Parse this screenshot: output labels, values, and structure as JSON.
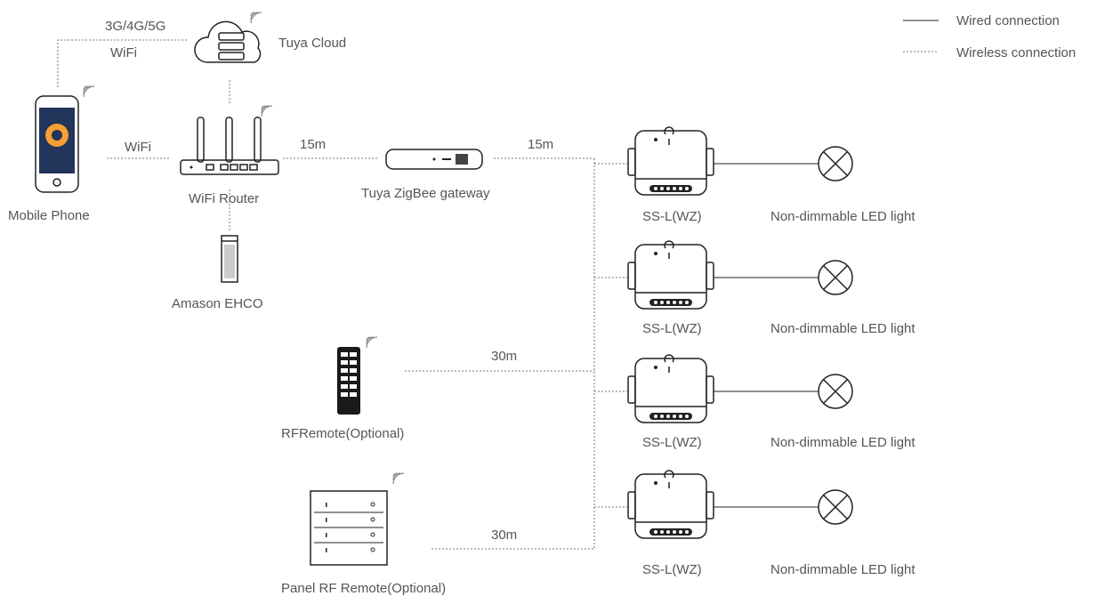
{
  "legend": {
    "wired": "Wired connection",
    "wireless": "Wireless connection"
  },
  "labels": {
    "network": "3G/4G/5G",
    "network_wifi": "WiFi",
    "cloud": "Tuya Cloud",
    "phone": "Mobile Phone",
    "phone_wifi": "WiFi",
    "router": "WiFi Router",
    "echo": "Amason EHCO",
    "dist_gateway": "15m",
    "gateway": "Tuya ZigBee gateway",
    "dist_modules": "15m",
    "rf_remote": "RFRemote(Optional)",
    "dist_rf_remote": "30m",
    "panel_remote": "Panel RF Remote(Optional)",
    "dist_panel_remote": "30m"
  },
  "modules": [
    {
      "model": "SS-L(WZ)",
      "load": "Non-dimmable LED light"
    },
    {
      "model": "SS-L(WZ)",
      "load": "Non-dimmable LED light"
    },
    {
      "model": "SS-L(WZ)",
      "load": "Non-dimmable LED light"
    },
    {
      "model": "SS-L(WZ)",
      "load": "Non-dimmable LED light"
    }
  ],
  "colors": {
    "line": "#222222",
    "text": "#555555",
    "app_accent": "#f5a030"
  }
}
